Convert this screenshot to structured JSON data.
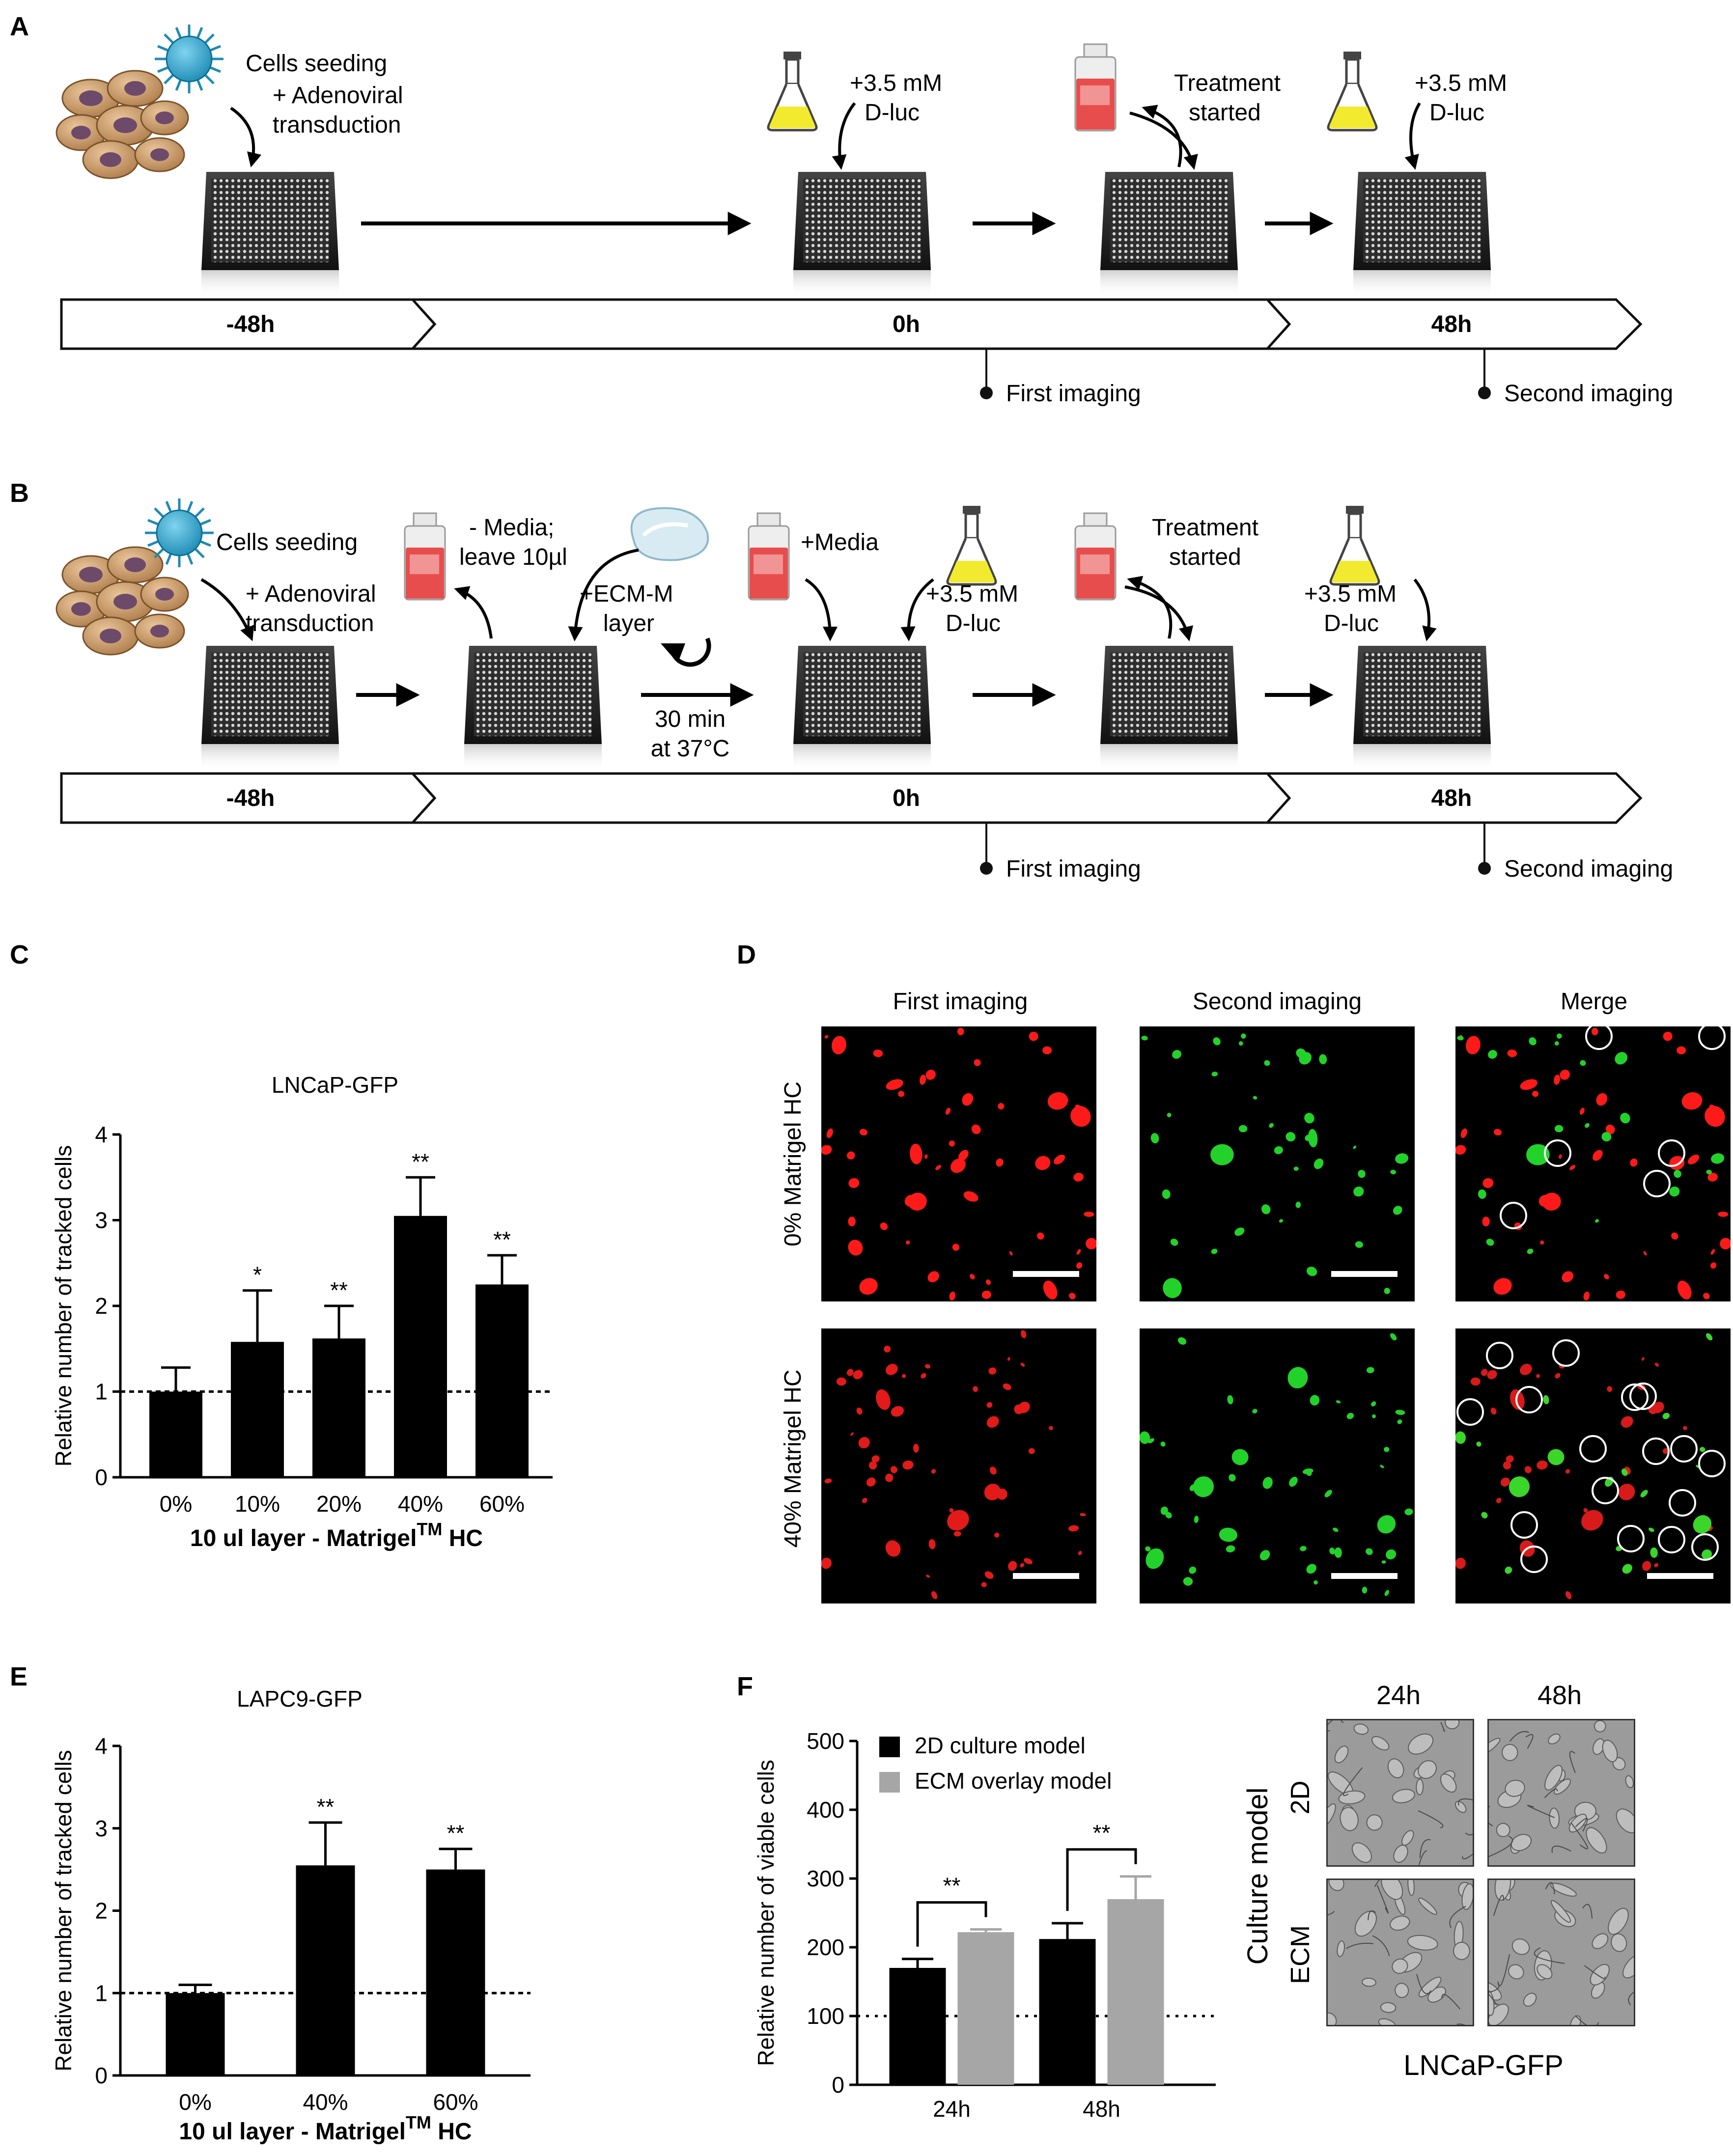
{
  "panel_letters": {
    "a": "A",
    "b": "B",
    "c": "C",
    "d": "D",
    "e": "E",
    "f": "F"
  },
  "panel_a": {
    "cells_seeding": "Cells seeding",
    "adeno_1": "+ Adenoviral",
    "adeno_2": "transduction",
    "dluc1_1": "+3.5 mM",
    "dluc1_2": "D-luc",
    "treat_1": "Treatment",
    "treat_2": "started",
    "dluc2_1": "+3.5 mM",
    "dluc2_2": "D-luc",
    "t1": "-48h",
    "t2": "0h",
    "t3": "48h",
    "first_imaging": "First imaging",
    "second_imaging": "Second imaging"
  },
  "panel_b": {
    "cells_seeding": "Cells seeding",
    "adeno_1": "+ Adenoviral",
    "adeno_2": "transduction",
    "media_1": "- Media;",
    "media_2": "leave 10µl",
    "ecm_1": "+ECM-M",
    "ecm_2": "layer",
    "incub_1": "30 min",
    "incub_2": "at 37°C",
    "plus_media": "+Media",
    "dluc1_1": "+3.5 mM",
    "dluc1_2": "D-luc",
    "treat_1": "Treatment",
    "treat_2": "started",
    "dluc2_1": "+3.5 mM",
    "dluc2_2": "D-luc",
    "t1": "-48h",
    "t2": "0h",
    "t3": "48h",
    "first_imaging": "First imaging",
    "second_imaging": "Second imaging"
  },
  "panel_d": {
    "col1": "First imaging",
    "col2": "Second imaging",
    "col3": "Merge",
    "row1": "0% Matrigel HC",
    "row2": "40% Matrigel HC"
  },
  "panel_f_images": {
    "col1": "24h",
    "col2": "48h",
    "row1": "2D",
    "row2": "ECM",
    "side": "Culture model",
    "caption": "LNCaP-GFP"
  },
  "chart_data": [
    {
      "type": "bar",
      "panel": "C",
      "title": "LNCaP-GFP",
      "categories": [
        "0%",
        "10%",
        "20%",
        "40%",
        "60%"
      ],
      "values": [
        1.0,
        1.58,
        1.62,
        3.05,
        2.25
      ],
      "errors": [
        0.28,
        0.6,
        0.38,
        0.45,
        0.34
      ],
      "significance": [
        "",
        "*",
        "**",
        "**",
        "**"
      ],
      "ylabel": "Relative number of tracked cells",
      "xlabel_main": "10 ul layer -  Matrigel",
      "xlabel_sup": "TM",
      "xlabel_end": " HC",
      "ylim": [
        0,
        4
      ],
      "yticks": [
        "0",
        "1",
        "2",
        "3",
        "4"
      ],
      "reference_line": 1,
      "colors": {
        "bar": "#000000"
      }
    },
    {
      "type": "bar",
      "panel": "E",
      "title": "LAPC9-GFP",
      "categories": [
        "0%",
        "40%",
        "60%"
      ],
      "values": [
        1.0,
        2.55,
        2.5
      ],
      "errors": [
        0.1,
        0.52,
        0.25
      ],
      "significance": [
        "",
        "**",
        "**"
      ],
      "ylabel": "Relative number of tracked cells",
      "xlabel_main": "10 ul layer - Matrigel",
      "xlabel_sup": "TM",
      "xlabel_end": " HC",
      "ylim": [
        0,
        4
      ],
      "yticks": [
        "0",
        "1",
        "2",
        "3",
        "4"
      ],
      "reference_line": 1,
      "colors": {
        "bar": "#000000"
      }
    },
    {
      "type": "bar",
      "panel": "F",
      "categories": [
        "24h",
        "48h"
      ],
      "series": [
        {
          "name": "2D culture model",
          "values": [
            170,
            212
          ],
          "errors": [
            13,
            23
          ],
          "color": "#000000"
        },
        {
          "name": "ECM overlay model",
          "values": [
            222,
            270
          ],
          "errors": [
            4,
            33
          ],
          "color": "#a6a6a6"
        }
      ],
      "significance": [
        "**",
        "**"
      ],
      "ylabel": "Relative number of viable cells",
      "ylim": [
        0,
        500
      ],
      "yticks": [
        "0",
        "100",
        "200",
        "300",
        "400",
        "500"
      ],
      "reference_line": 100,
      "legend": "top-left"
    }
  ]
}
